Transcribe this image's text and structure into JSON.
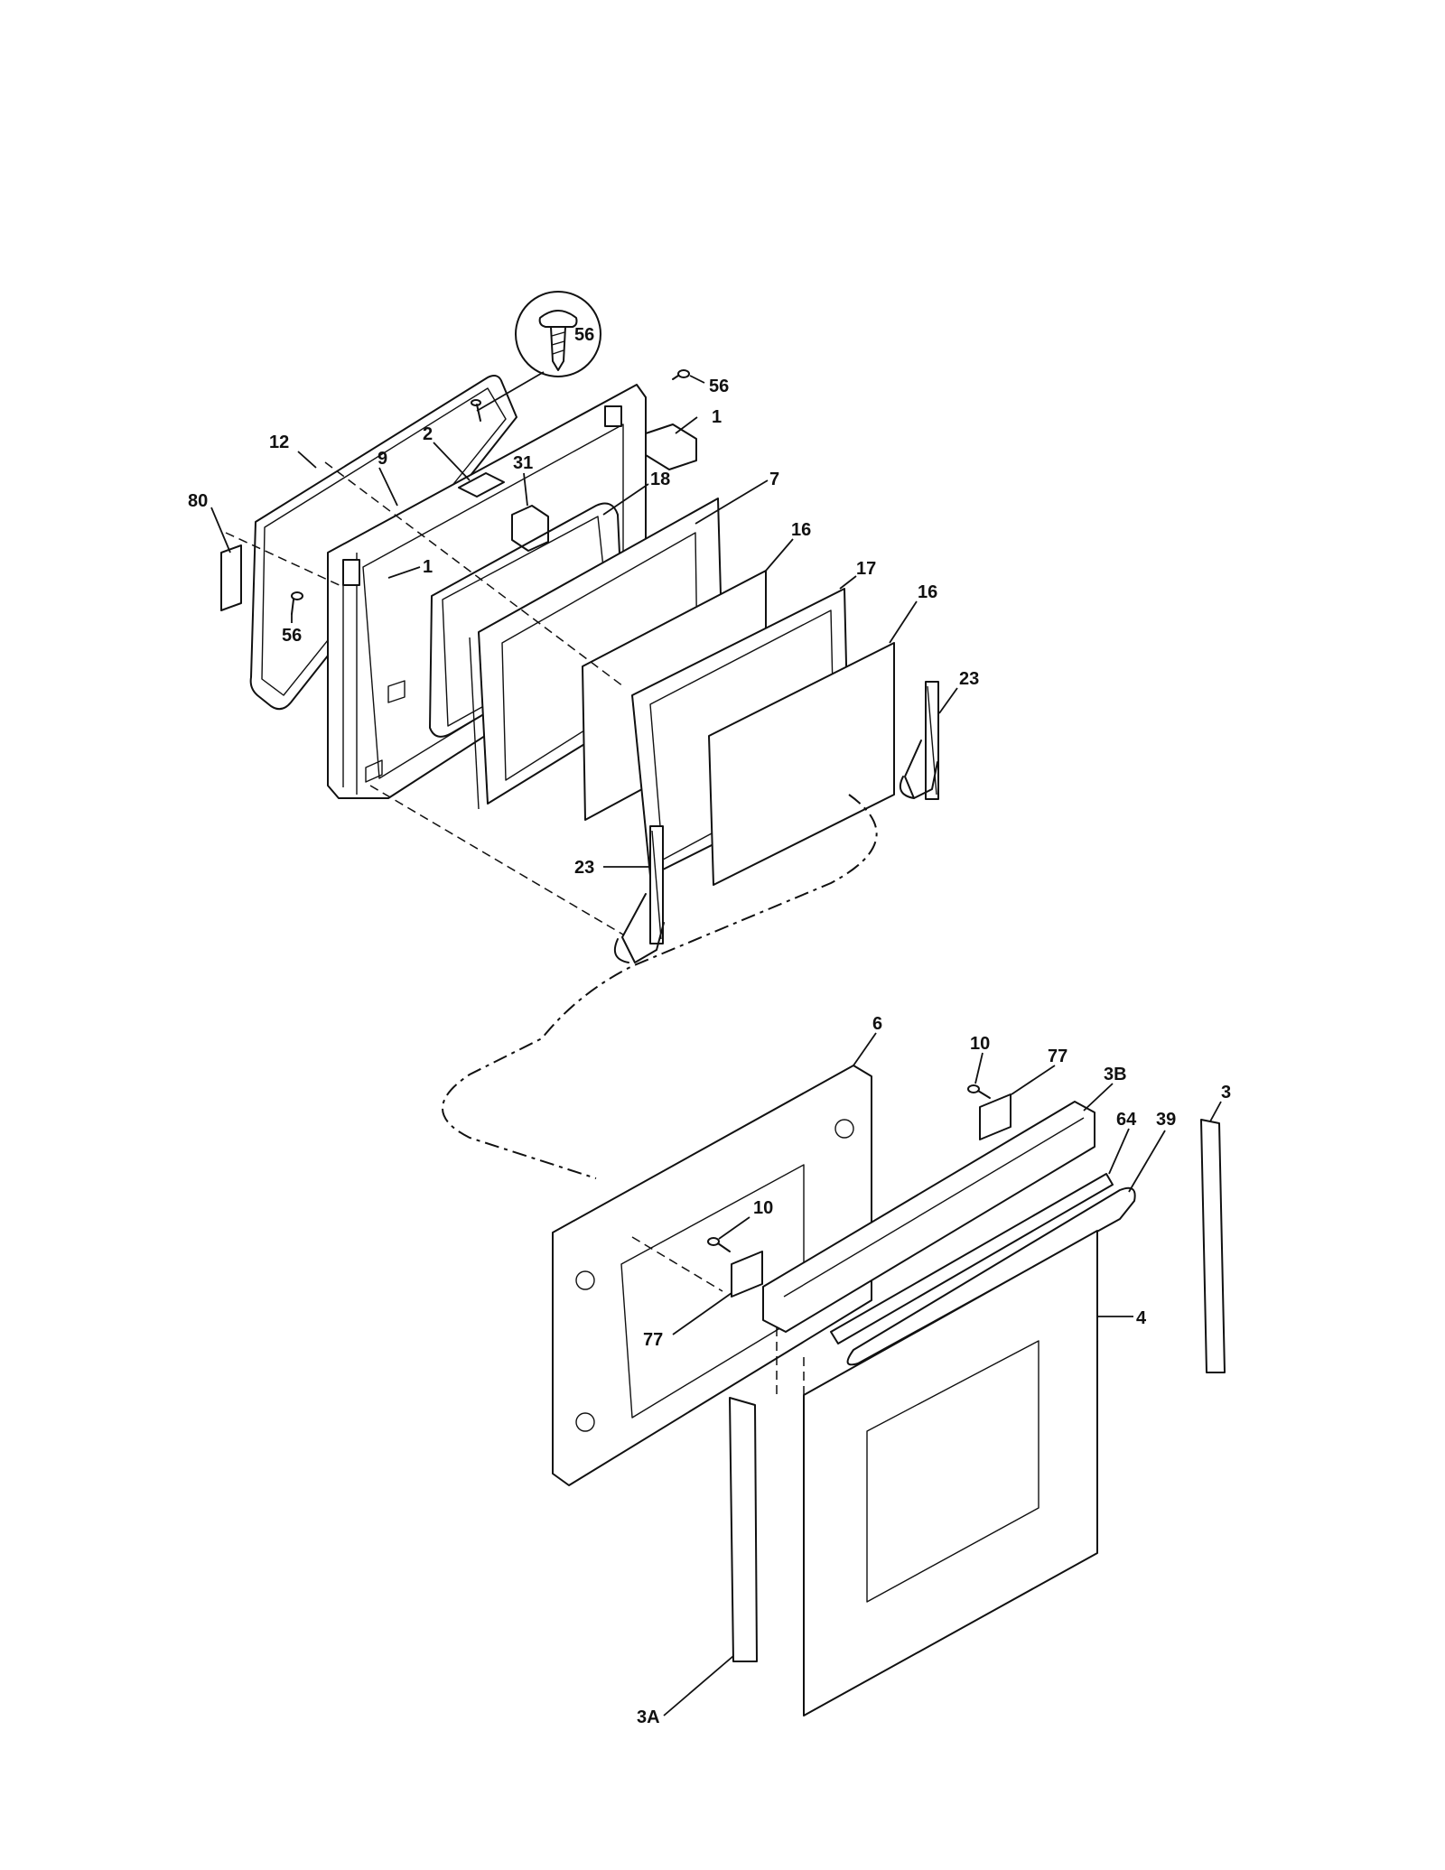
{
  "callouts": [
    {
      "id": "c-56-zoom",
      "label": "56"
    },
    {
      "id": "c-56-top",
      "label": "56"
    },
    {
      "id": "c-1-top",
      "label": "1"
    },
    {
      "id": "c-12",
      "label": "12"
    },
    {
      "id": "c-2",
      "label": "2"
    },
    {
      "id": "c-9",
      "label": "9"
    },
    {
      "id": "c-31",
      "label": "31"
    },
    {
      "id": "c-18",
      "label": "18"
    },
    {
      "id": "c-7",
      "label": "7"
    },
    {
      "id": "c-80",
      "label": "80"
    },
    {
      "id": "c-1-left",
      "label": "1"
    },
    {
      "id": "c-16-a",
      "label": "16"
    },
    {
      "id": "c-17",
      "label": "17"
    },
    {
      "id": "c-16-b",
      "label": "16"
    },
    {
      "id": "c-56-left",
      "label": "56"
    },
    {
      "id": "c-23-right",
      "label": "23"
    },
    {
      "id": "c-23-left",
      "label": "23"
    },
    {
      "id": "c-6",
      "label": "6"
    },
    {
      "id": "c-10-top",
      "label": "10"
    },
    {
      "id": "c-77-top",
      "label": "77"
    },
    {
      "id": "c-3b",
      "label": "3B"
    },
    {
      "id": "c-3",
      "label": "3"
    },
    {
      "id": "c-64",
      "label": "64"
    },
    {
      "id": "c-39",
      "label": "39"
    },
    {
      "id": "c-10-mid",
      "label": "10"
    },
    {
      "id": "c-4",
      "label": "4"
    },
    {
      "id": "c-77-mid",
      "label": "77"
    },
    {
      "id": "c-3a",
      "label": "3A"
    }
  ]
}
